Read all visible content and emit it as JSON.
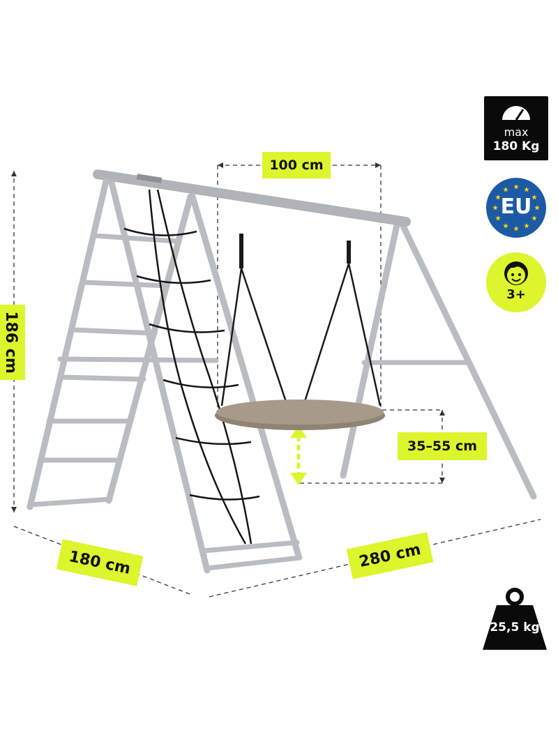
{
  "dimensions": {
    "top_width": "100 cm",
    "height": "186 cm",
    "seat_height": "35–55 cm",
    "depth": "180 cm",
    "length": "280 cm"
  },
  "badges": {
    "max_word": "max",
    "max_load": "180 Kg",
    "eu": "EU",
    "age": "3+",
    "weight": "25,5 kg"
  },
  "colors": {
    "accent": "#dcf52c",
    "frame": "#b9bcc0",
    "eu_blue": "#1c5aa6",
    "seat": "#a79a89"
  },
  "icons": [
    "gauge-icon",
    "eu-stars-icon",
    "child-face-icon",
    "weight-icon"
  ]
}
